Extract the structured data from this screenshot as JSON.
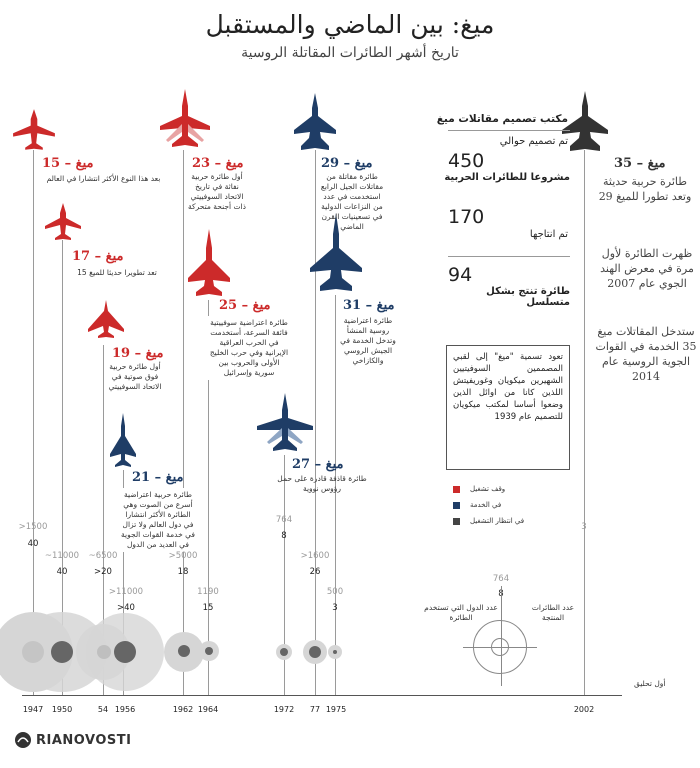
{
  "title": "ميغ: بين الماضي والمستقبل",
  "subtitle": "تاريخ أشهر الطائرات المقاتلة الروسية",
  "planes": [
    {
      "id": "mig15",
      "name": "ميغ – 15",
      "desc": "بعد هذا النوع الأكثر انتشارا في العالم",
      "status": "retired"
    },
    {
      "id": "mig17",
      "name": "ميغ – 17",
      "desc": "تعد تطويرا حديثا للميغ 15",
      "status": "retired"
    },
    {
      "id": "mig19",
      "name": "ميغ – 19",
      "desc": "أول طائرة حربية فوق صوتية في الاتحاد السوفييتي",
      "status": "retired"
    },
    {
      "id": "mig21",
      "name": "ميغ – 21",
      "desc": "طائرة حربية اعتراضية أسرع من الصوت وهي الطائرة الأكثر انتشارا في دول العالم ولا تزال في خدمة القوات الجوية في العديد من الدول",
      "status": "service"
    },
    {
      "id": "mig23",
      "name": "ميغ – 23",
      "desc": "أول طائرة حربية نفاثة في تاريخ الاتحاد السوفييتي ذات أجنحة متحركة",
      "status": "retired"
    },
    {
      "id": "mig25",
      "name": "ميغ – 25",
      "desc": "طائرة اعتراضية سوفييتية فائقة السرعة، أستخدمت في الحرب العراقية الإيرانية وفي حرب الخليج الأولى والحروب بين سورية وإسرائيل",
      "status": "retired"
    },
    {
      "id": "mig27",
      "name": "ميغ – 27",
      "desc": "طائرة قاذفة قادرة على حمل رؤوس نووية",
      "status": "service"
    },
    {
      "id": "mig29",
      "name": "ميغ – 29",
      "desc": "طائرة مقاتلة من مقاتلات الجيل الرابع استخدمت في عدد من النزاعات الدولية في تسعينيات القرن الماضي",
      "status": "service"
    },
    {
      "id": "mig31",
      "name": "ميغ – 31",
      "desc": "طائرة اعتراضية روسية المنشأ وتدخل الخدمة في الجيش الروسي والكازاخي",
      "status": "service"
    },
    {
      "id": "mig35",
      "name": "ميغ – 35",
      "desc": "طائرة حربية حديثة وتعد تطورا للميغ 29",
      "status": "waiting"
    }
  ],
  "right_notes": [
    "ظهرت الطائرة لأول مرة في معرض الهند الجوي عام 2007",
    "ستدخل المقاتلات ميغ 35 الخدمة في القوات الجوية الروسية عام 2014"
  ],
  "stats": {
    "heading": "مكتب تصميم مقاتلات ميغ",
    "designed_label": "تم تصميم حوالي",
    "designed_value": "450",
    "designed_caption": "مشروعا للطائرات الحربية",
    "produced_value": "170",
    "produced_caption": "تم انتاجها",
    "serial_value": "94",
    "serial_caption": "طائرة تنتج بشكل متسلسل"
  },
  "infobox": "تعود تسمية \"ميغ\" إلى لقبي المصممين السوفيتيين الشهيرين ميكويان وغوريفيتش اللذين كانا من اوائل الذين وضعوا أساسا لمكتب ميكويان للتصميم عام 1939",
  "legend": [
    {
      "label": "وقف تشغيل",
      "color": "#cc2a2a"
    },
    {
      "label": "في الخدمة",
      "color": "#1f3d66"
    },
    {
      "label": "في انتظار التشغيل",
      "color": "#444444"
    }
  ],
  "key": {
    "produced": "764",
    "countries": "8",
    "countries_label": "عدد الدول التي تستخدم الطائرة",
    "produced_label": "عدد الطائرات المنتجة"
  },
  "timeline": {
    "columns": [
      {
        "plane": "mig15",
        "year": "1947",
        "produced": ">1500",
        "countries": "40"
      },
      {
        "plane": "mig17",
        "year": "1950",
        "produced": "~11000",
        "countries": "40"
      },
      {
        "plane": "mig19",
        "year": "54",
        "produced": "~6500",
        "countries": ">20"
      },
      {
        "plane": "mig21",
        "year": "1956",
        "produced": ">11000",
        "countries": ">40"
      },
      {
        "plane": "mig23",
        "year": "1962",
        "produced": ">5000",
        "countries": "18"
      },
      {
        "plane": "mig25",
        "year": "1964",
        "produced": "1190",
        "countries": "15"
      },
      {
        "plane": "mig27",
        "year": "1972",
        "produced": "764",
        "countries": "8"
      },
      {
        "plane": "mig29",
        "year": "77",
        "produced": ">1600",
        "countries": "26"
      },
      {
        "plane": "mig31",
        "year": "1975",
        "produced": "500",
        "countries": "3"
      },
      {
        "plane": "mig35",
        "year": "2002",
        "produced": "",
        "countries": "3"
      }
    ],
    "first_flight": "أول تحليق"
  },
  "colors": {
    "retired": "#cc2a2a",
    "service": "#1f3d66",
    "waiting": "#333333",
    "circle": "#cfcfcf",
    "circle_dark": "#666666"
  },
  "brand": "RIANOVOSTI"
}
